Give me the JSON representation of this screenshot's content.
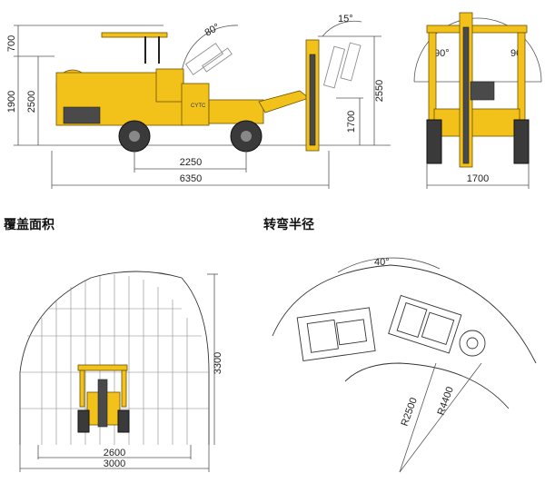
{
  "headings": {
    "coverage": "覆盖面积",
    "turning": "转弯半径"
  },
  "side_view": {
    "angle_left": "80°",
    "angle_right": "15°",
    "dim_700": "700",
    "dim_1900": "1900",
    "dim_2500": "2500",
    "dim_2550": "2550",
    "dim_1700": "1700",
    "dim_2250": "2250",
    "dim_6350": "6350",
    "brand": "CYTC"
  },
  "front_view": {
    "angle_left": "90°",
    "angle_right": "90°",
    "dim_width": "1700"
  },
  "coverage_view": {
    "dim_height": "3300",
    "dim_2600": "2600",
    "dim_3000": "3000"
  },
  "turning_view": {
    "angle": "40°",
    "inner_radius": "R2500",
    "outer_radius": "R4400"
  },
  "colors": {
    "machine_yellow": "#f2c21b",
    "dark_parts": "#4a4a4a"
  }
}
